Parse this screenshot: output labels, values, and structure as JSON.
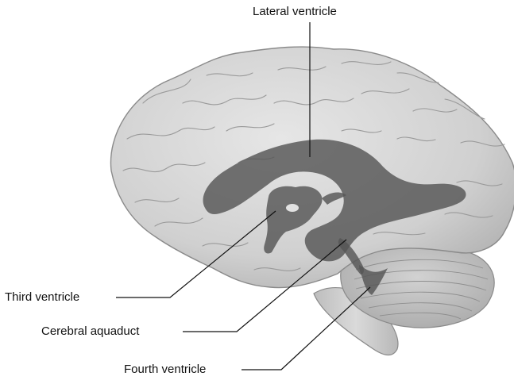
{
  "diagram": {
    "labels": {
      "lateral_ventricle": "Lateral ventricle",
      "third_ventricle": "Third ventricle",
      "cerebral_aqueduct": "Cerebral aquaduct",
      "fourth_ventricle": "Fourth ventricle"
    },
    "colors": {
      "brain_fill": "#d4d4d4",
      "brain_outline": "#8a8a8a",
      "gyri_lines": "#9a9a9a",
      "cerebellum_fill": "#c2c2c2",
      "ventricle_fill": "#555555",
      "leader_line": "#111111"
    }
  }
}
